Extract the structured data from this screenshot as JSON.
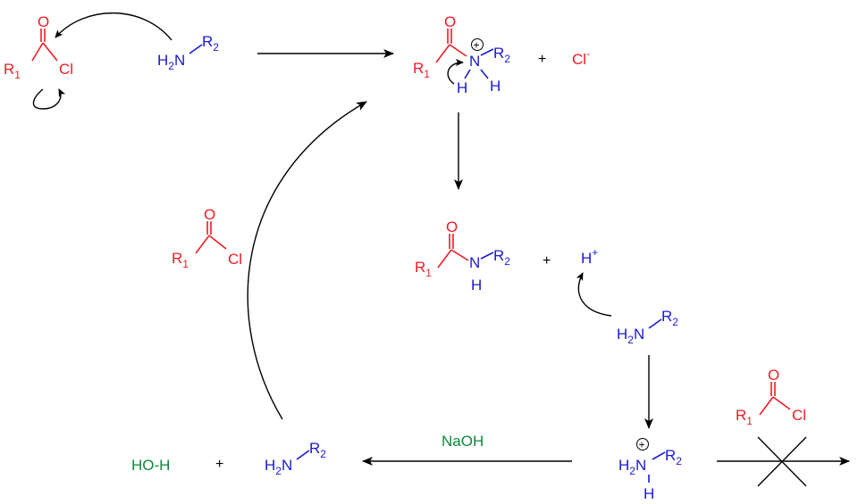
{
  "labels": {
    "R1": "R",
    "R2": "R",
    "sub1": "1",
    "sub2": "2",
    "O": "O",
    "Cl": "Cl",
    "H2N_H": "H",
    "H2N_2": "2",
    "N": "N",
    "H": "H",
    "plus": "+",
    "Cl_minus": "Cl",
    "minus": "-",
    "H_plus": "H",
    "plus_sup": "+",
    "charge": "+",
    "HO_H": "HO-H",
    "NaOH": "NaOH"
  },
  "colors": {
    "acyl": "#ee1c25",
    "amine": "#1a1ad6",
    "reagent": "#0a8a3a"
  }
}
